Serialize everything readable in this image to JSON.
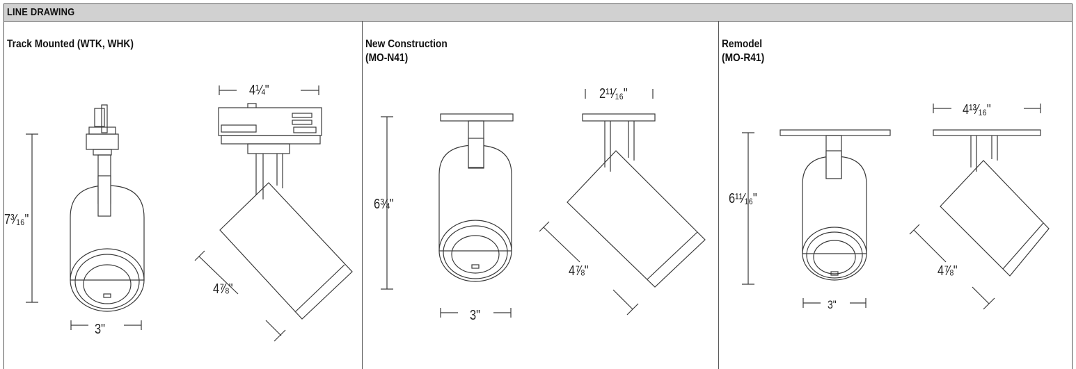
{
  "header": {
    "title": "LINE DRAWING"
  },
  "panels": [
    {
      "title_line1": "Track Mounted (WTK, WHK)",
      "title_line2": "",
      "dims": {
        "height": "7³⁄₁₆\"",
        "width": "3\"",
        "top_width": "4¼\"",
        "length": "4⅞\""
      }
    },
    {
      "title_line1": "New Construction",
      "title_line2": "(MO-N41)",
      "dims": {
        "height": "6¾\"",
        "width": "3\"",
        "top_width": "2¹¹⁄₁₆\"",
        "length": "4⅞\""
      }
    },
    {
      "title_line1": "Remodel",
      "title_line2": "(MO-R41)",
      "dims": {
        "height": "6¹¹⁄₁₆\"",
        "width": "3\"",
        "top_width": "4¹³⁄₁₆\"",
        "length": "4⅞\""
      }
    }
  ]
}
